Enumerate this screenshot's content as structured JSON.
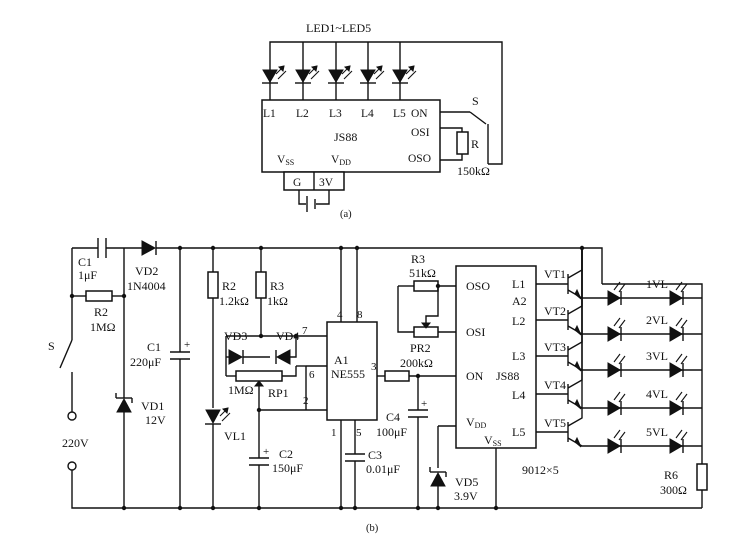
{
  "figure_a": {
    "caption": "(a)",
    "led_group_label": "LED1~LED5",
    "ic_name": "JS88",
    "pins_top": [
      "L1",
      "L2",
      "L3",
      "L4",
      "L5"
    ],
    "pin_on": "ON",
    "pin_osi": "OSI",
    "pin_oso": "OSO",
    "pin_vss": "V",
    "pin_vss_sub": "SS",
    "pin_vdd": "V",
    "pin_vdd_sub": "DD",
    "switch_label": "S",
    "resistor_label": "R",
    "resistor_value": "150kΩ",
    "battery_g": "G",
    "battery_v": "3V"
  },
  "figure_b": {
    "caption": "(b)",
    "c1_label": "C1",
    "c1_value": "1μF",
    "vd2_label": "VD2",
    "vd2_value": "1N4004",
    "r2a_label": "R2",
    "r2a_value": "1MΩ",
    "s_label": "S",
    "mains_label": "220V",
    "vd1_label": "VD1",
    "vd1_value": "12V",
    "c1b_label": "C1",
    "c1b_value": "220μF",
    "r2_label": "R2",
    "r2_value": "1.2kΩ",
    "r3_label": "R3",
    "r3_value": "1kΩ",
    "vd3_label": "VD3",
    "vd4_label": "VD4",
    "rp1_label": "RP1",
    "rp1_value": "1MΩ",
    "vl1_label": "VL1",
    "c2_label": "C2",
    "c2_value": "150μF",
    "a1_label": "A1",
    "a1_value": "NE555",
    "a1_pins": [
      "4",
      "8",
      "7",
      "6",
      "2",
      "3",
      "1",
      "5"
    ],
    "c3_label": "C3",
    "c3_value": "0.01μF",
    "r3b_label": "R3",
    "r3b_value": "51kΩ",
    "pr2_label": "PR2",
    "pr2_value": "200kΩ",
    "c4_label": "C4",
    "c4_value": "100μF",
    "vd5_label": "VD5",
    "vd5_value": "3.9V",
    "a2_label": "A2",
    "a2_name": "JS88",
    "a2_pins_left": [
      "OSO",
      "OSI",
      "ON"
    ],
    "a2_pin_vdd": "V",
    "a2_pin_vdd_sub": "DD",
    "a2_pin_vss": "V",
    "a2_pin_vss_sub": "SS",
    "a2_pins_right": [
      "L1",
      "L2",
      "L3",
      "L4",
      "L5"
    ],
    "transistors": [
      "VT1",
      "VT2",
      "VT3",
      "VT4",
      "VT5"
    ],
    "transistor_note": "9012×5",
    "led_groups": [
      "1VL",
      "2VL",
      "3VL",
      "4VL",
      "5VL"
    ],
    "r6_label": "R6",
    "r6_value": "300Ω",
    "plus_sign": "+"
  }
}
